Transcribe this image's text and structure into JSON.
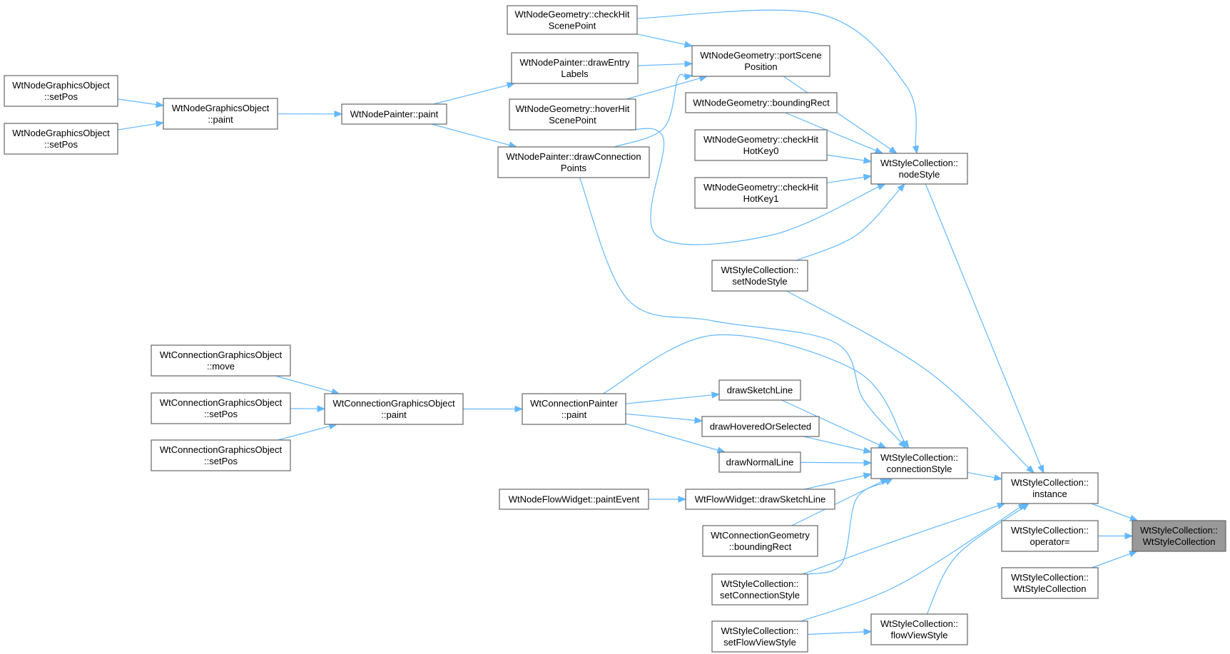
{
  "diagram": {
    "type": "call-graph",
    "colors": {
      "edge": "#63b8ff",
      "node_border": "#666666",
      "node_fill": "#ffffff",
      "current_fill": "#999999",
      "text": "#000000"
    },
    "nodes": [
      {
        "id": "target",
        "lines": [
          "WtStyleCollection::",
          "WtStyleCollection"
        ],
        "current": true
      },
      {
        "id": "instance",
        "lines": [
          "WtStyleCollection::",
          "instance"
        ]
      },
      {
        "id": "operator_eq",
        "lines": [
          "WtStyleCollection::",
          "operator="
        ]
      },
      {
        "id": "ctor2",
        "lines": [
          "WtStyleCollection::",
          "WtStyleCollection"
        ]
      },
      {
        "id": "nodeStyle",
        "lines": [
          "WtStyleCollection::",
          "nodeStyle"
        ]
      },
      {
        "id": "connectionStyle",
        "lines": [
          "WtStyleCollection::",
          "connectionStyle"
        ]
      },
      {
        "id": "flowViewStyle",
        "lines": [
          "WtStyleCollection::",
          "flowViewStyle"
        ]
      },
      {
        "id": "setNodeStyle",
        "lines": [
          "WtStyleCollection::",
          "setNodeStyle"
        ]
      },
      {
        "id": "setConnectionStyle",
        "lines": [
          "WtStyleCollection::",
          "setConnectionStyle"
        ]
      },
      {
        "id": "setFlowViewStyle",
        "lines": [
          "WtStyleCollection::",
          "setFlowViewStyle"
        ]
      },
      {
        "id": "checkHitScenePoint",
        "lines": [
          "WtNodeGeometry::checkHit",
          "ScenePoint"
        ]
      },
      {
        "id": "portScenePosition",
        "lines": [
          "WtNodeGeometry::portScene",
          "Position"
        ]
      },
      {
        "id": "boundingRect",
        "lines": [
          "WtNodeGeometry::boundingRect"
        ]
      },
      {
        "id": "checkHitHotKey0",
        "lines": [
          "WtNodeGeometry::checkHit",
          "HotKey0"
        ]
      },
      {
        "id": "checkHitHotKey1",
        "lines": [
          "WtNodeGeometry::checkHit",
          "HotKey1"
        ]
      },
      {
        "id": "hoverHitScenePoint",
        "lines": [
          "WtNodeGeometry::hoverHit",
          "ScenePoint"
        ]
      },
      {
        "id": "drawEntryLabels",
        "lines": [
          "WtNodePainter::drawEntry",
          "Labels"
        ]
      },
      {
        "id": "drawConnectionPoints",
        "lines": [
          "WtNodePainter::drawConnection",
          "Points"
        ]
      },
      {
        "id": "nodePainterPaint",
        "lines": [
          "WtNodePainter::paint"
        ]
      },
      {
        "id": "nodeGOPaint",
        "lines": [
          "WtNodeGraphicsObject",
          "::paint"
        ]
      },
      {
        "id": "nodeGOSetPos1",
        "lines": [
          "WtNodeGraphicsObject",
          "::setPos"
        ]
      },
      {
        "id": "nodeGOSetPos2",
        "lines": [
          "WtNodeGraphicsObject",
          "::setPos"
        ]
      },
      {
        "id": "drawSketchLine",
        "lines": [
          "drawSketchLine"
        ]
      },
      {
        "id": "drawHoveredOrSelected",
        "lines": [
          "drawHoveredOrSelected"
        ]
      },
      {
        "id": "drawNormalLine",
        "lines": [
          "drawNormalLine"
        ]
      },
      {
        "id": "flowDrawSketchLine",
        "lines": [
          "WtFlowWidget::drawSketchLine"
        ]
      },
      {
        "id": "paintEvent",
        "lines": [
          "WtNodeFlowWidget::paintEvent"
        ]
      },
      {
        "id": "connGeomBoundingRect",
        "lines": [
          "WtConnectionGeometry",
          "::boundingRect"
        ]
      },
      {
        "id": "connPainterPaint",
        "lines": [
          "WtConnectionPainter",
          "::paint"
        ]
      },
      {
        "id": "connGOPaint",
        "lines": [
          "WtConnectionGraphicsObject",
          "::paint"
        ]
      },
      {
        "id": "connGOMove",
        "lines": [
          "WtConnectionGraphicsObject",
          "::move"
        ]
      },
      {
        "id": "connGOSetPos1",
        "lines": [
          "WtConnectionGraphicsObject",
          "::setPos"
        ]
      },
      {
        "id": "connGOSetPos2",
        "lines": [
          "WtConnectionGraphicsObject",
          "::setPos"
        ]
      }
    ],
    "edges": [
      {
        "from": "instance",
        "to": "target"
      },
      {
        "from": "operator_eq",
        "to": "target"
      },
      {
        "from": "ctor2",
        "to": "target"
      },
      {
        "from": "nodeStyle",
        "to": "instance"
      },
      {
        "from": "connectionStyle",
        "to": "instance"
      },
      {
        "from": "setNodeStyle",
        "to": "instance"
      },
      {
        "from": "setConnectionStyle",
        "to": "instance"
      },
      {
        "from": "setFlowViewStyle",
        "to": "instance"
      },
      {
        "from": "flowViewStyle",
        "to": "instance"
      },
      {
        "from": "setFlowViewStyle",
        "to": "flowViewStyle"
      },
      {
        "from": "checkHitScenePoint",
        "to": "nodeStyle"
      },
      {
        "from": "portScenePosition",
        "to": "nodeStyle"
      },
      {
        "from": "boundingRect",
        "to": "nodeStyle"
      },
      {
        "from": "checkHitHotKey0",
        "to": "nodeStyle"
      },
      {
        "from": "checkHitHotKey1",
        "to": "nodeStyle"
      },
      {
        "from": "hoverHitScenePoint",
        "to": "nodeStyle"
      },
      {
        "from": "setNodeStyle",
        "to": "nodeStyle"
      },
      {
        "from": "checkHitScenePoint",
        "to": "portScenePosition"
      },
      {
        "from": "drawEntryLabels",
        "to": "portScenePosition"
      },
      {
        "from": "hoverHitScenePoint",
        "to": "portScenePosition"
      },
      {
        "from": "drawConnectionPoints",
        "to": "portScenePosition"
      },
      {
        "from": "nodePainterPaint",
        "to": "drawEntryLabels"
      },
      {
        "from": "nodePainterPaint",
        "to": "drawConnectionPoints"
      },
      {
        "from": "nodeGOPaint",
        "to": "nodePainterPaint"
      },
      {
        "from": "nodeGOSetPos1",
        "to": "nodeGOPaint"
      },
      {
        "from": "nodeGOSetPos2",
        "to": "nodeGOPaint"
      },
      {
        "from": "drawConnectionPoints",
        "to": "connectionStyle"
      },
      {
        "from": "connPainterPaint",
        "to": "connectionStyle"
      },
      {
        "from": "drawSketchLine",
        "to": "connectionStyle"
      },
      {
        "from": "drawHoveredOrSelected",
        "to": "connectionStyle"
      },
      {
        "from": "drawNormalLine",
        "to": "connectionStyle"
      },
      {
        "from": "flowDrawSketchLine",
        "to": "connectionStyle"
      },
      {
        "from": "connGeomBoundingRect",
        "to": "connectionStyle"
      },
      {
        "from": "setConnectionStyle",
        "to": "connectionStyle"
      },
      {
        "from": "connPainterPaint",
        "to": "drawSketchLine"
      },
      {
        "from": "connPainterPaint",
        "to": "drawHoveredOrSelected"
      },
      {
        "from": "connPainterPaint",
        "to": "drawNormalLine"
      },
      {
        "from": "paintEvent",
        "to": "flowDrawSketchLine"
      },
      {
        "from": "connGOPaint",
        "to": "connPainterPaint"
      },
      {
        "from": "connGOMove",
        "to": "connGOPaint"
      },
      {
        "from": "connGOSetPos1",
        "to": "connGOPaint"
      },
      {
        "from": "connGOSetPos2",
        "to": "connGOPaint"
      }
    ]
  }
}
